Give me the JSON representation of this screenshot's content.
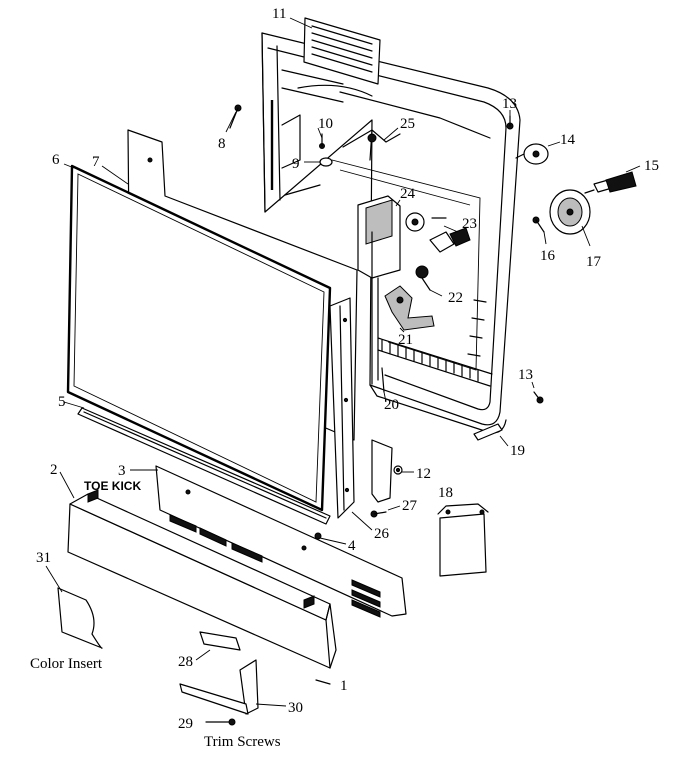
{
  "diagram": {
    "labels": {
      "p1": "1",
      "p2": "2",
      "p3": "3",
      "p4": "4",
      "p5": "5",
      "p6": "6",
      "p7": "7",
      "p8": "8",
      "p9": "9",
      "p10": "10",
      "p11": "11",
      "p12": "12",
      "p13a": "13",
      "p13b": "13",
      "p14": "14",
      "p15": "15",
      "p16": "16",
      "p17": "17",
      "p18": "18",
      "p19": "19",
      "p20": "20",
      "p21": "21",
      "p22": "22",
      "p23": "23",
      "p24": "24",
      "p25": "25",
      "p26": "26",
      "p27": "27",
      "p28": "28",
      "p29": "29",
      "p30": "30",
      "p31": "31"
    },
    "captions": {
      "toe_kick": "TOE KICK",
      "color_insert": "Color Insert",
      "trim_screws": "Trim Screws"
    }
  }
}
